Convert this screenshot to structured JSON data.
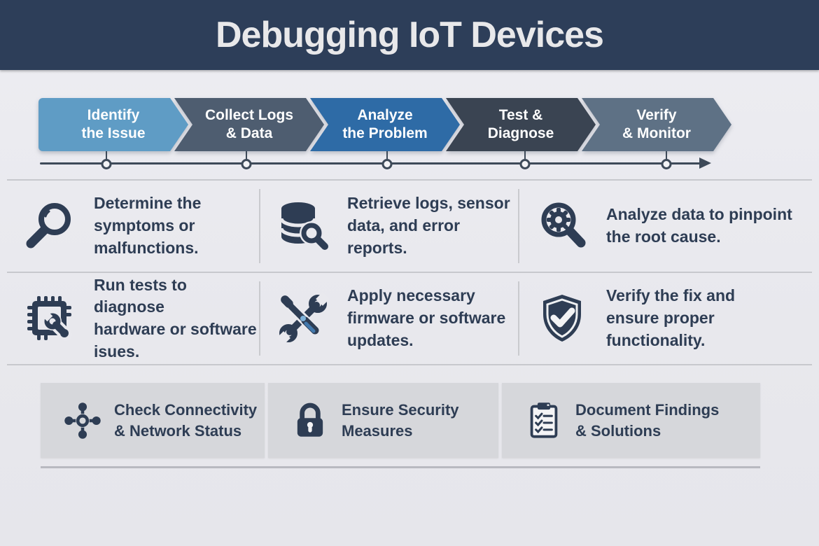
{
  "header": {
    "title": "Debugging IoT Devices",
    "bg_color": "#2d3e59",
    "title_color": "#e8e8ea"
  },
  "flow": {
    "steps": [
      {
        "id": "identify",
        "line1": "Identify",
        "line2": "the Issue",
        "color": "#5f9cc5"
      },
      {
        "id": "collect",
        "line1": "Collect Logs",
        "line2": "& Data",
        "color": "#4e5d70"
      },
      {
        "id": "analyze",
        "line1": "Analyze",
        "line2": "the Problem",
        "color": "#2e6ba6"
      },
      {
        "id": "test",
        "line1": "Test &",
        "line2": "Diagnose",
        "color": "#3a4452"
      },
      {
        "id": "verify",
        "line1": "Verify",
        "line2": "& Monitor",
        "color": "#5e7185"
      }
    ],
    "timeline_color": "#3e4a59"
  },
  "details": {
    "rows": [
      [
        {
          "icon": "magnifier-icon",
          "line1": "Determine the",
          "line2": "symptoms or malfunctions."
        },
        {
          "icon": "database-search-icon",
          "line1": "Retrieve logs, sensor",
          "line2": "data, and error reports."
        },
        {
          "icon": "gear-magnifier-icon",
          "line1": "Analyze data to pinpoint",
          "line2": "the root cause."
        }
      ],
      [
        {
          "icon": "chip-wrench-icon",
          "line1": "Run tests to diagnose",
          "line2": "hardware or software isues."
        },
        {
          "icon": "tools-icon",
          "line1": "Apply necessary",
          "line2": "firmware or software updates."
        },
        {
          "icon": "shield-check-icon",
          "line1": "Verify the fix and",
          "line2": "ensure proper functionality."
        }
      ]
    ]
  },
  "footer_boxes": [
    {
      "icon": "network-icon",
      "line1": "Check Connectivity",
      "line2": "& Network Status"
    },
    {
      "icon": "lock-icon",
      "line1": "Ensure Security",
      "line2": "Measures"
    },
    {
      "icon": "checklist-icon",
      "line1": "Document Findings",
      "line2": "& Solutions"
    }
  ],
  "colors": {
    "icon_navy": "#2e3d54",
    "text_navy": "#2e3d54",
    "divider": "#c7c8cd",
    "box_bg": "#d6d7db",
    "page_bg": "#e9e9ee"
  }
}
